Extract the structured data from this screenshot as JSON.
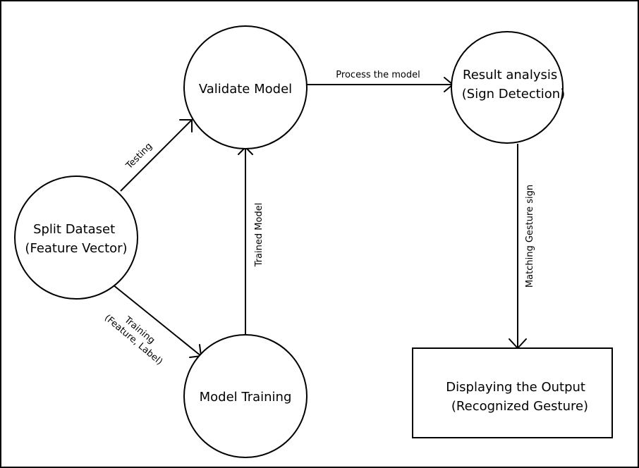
{
  "diagram": {
    "nodes": {
      "split": {
        "lines": [
          "Split Dataset",
          "(Feature Vector)"
        ]
      },
      "validate": {
        "lines": [
          "Validate Model"
        ]
      },
      "result": {
        "lines": [
          "Result analysis",
          "(Sign Detection)"
        ]
      },
      "training": {
        "lines": [
          "Model Training"
        ]
      },
      "output": {
        "lines": [
          "Displaying the Output",
          "(Recognized Gesture)"
        ]
      }
    },
    "edges": {
      "testing": {
        "lines": [
          "Testing"
        ]
      },
      "training": {
        "lines": [
          "Training",
          "(Feature, Label)"
        ]
      },
      "trained_model": {
        "lines": [
          "Trained Model"
        ]
      },
      "process": {
        "lines": [
          "Process the model"
        ]
      },
      "matching": {
        "lines": [
          "Matching Gesture sign"
        ]
      }
    }
  }
}
